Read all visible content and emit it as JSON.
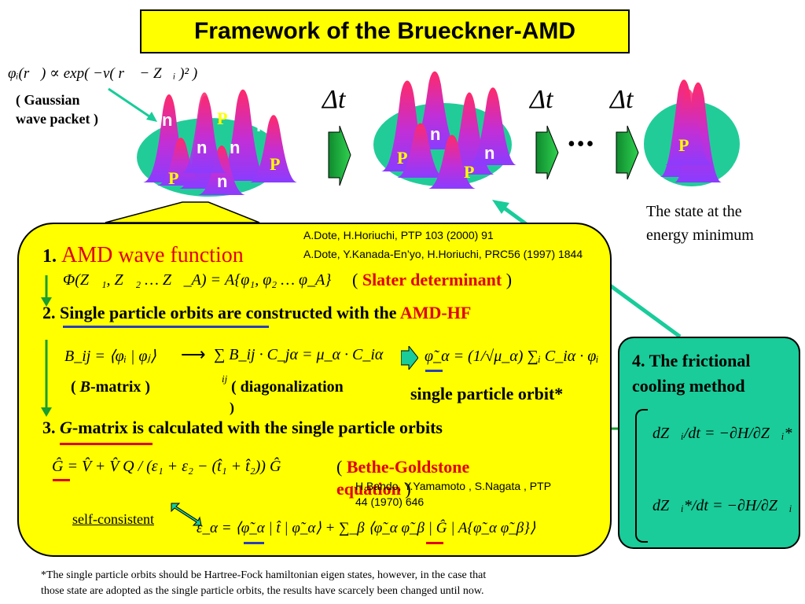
{
  "title": "Framework of the Brueckner-AMD",
  "wavepacket": {
    "formula": "φᵢ(r⃗) ∝ exp( −ν( r⃗ − Z⃗ᵢ )² )",
    "label_line1": "( Gaussian",
    "label_line2": "wave packet )"
  },
  "delta_t": "Δt",
  "ellipsis": "•••",
  "particle_labels": {
    "neutron": "n",
    "proton": "P"
  },
  "energy_min_line1": "The state at the",
  "energy_min_line2": "energy minimum",
  "citations": {
    "c1": "A.Dote, H.Horiuchi, PTP 103 (2000) 91",
    "c2": "A.Dote, Y.Kanada-En’yo, H.Horiuchi, PRC56 (1997) 1844",
    "c3_line1": "H.Bando, Y.Yamamoto , S.Nagata , PTP",
    "c3_line2": "44 (1970) 646"
  },
  "steps": {
    "s1_num": "1.",
    "s1_title": "AMD wave function",
    "s1_formula": "Φ(Z⃗₁, Z⃗₂ … Z⃗_A) = A{φ₁, φ₂ … φ_A}",
    "s1_note_open": "(",
    "s1_note": "Slater determinant",
    "s1_note_close": ")",
    "s2_num": "2.",
    "s2_text": "Single particle orbits are constructed with the",
    "s2_red": "AMD-HF",
    "s2_bij": "B_ij = ⟨φᵢ | φⱼ⟩",
    "s2_sum": "∑ B_ij · C_jα = μ_α · C_iα",
    "s2_sum_sub": "ij",
    "s2_bmatrix_open": "(",
    "s2_bmatrix_b": "B",
    "s2_bmatrix_rest": "-matrix )",
    "s2_diag_line1": "( diagonalization",
    "s2_diag_line2": ")",
    "s2_orbit_formula": "φ̃_α = (1/√μ_α) ∑ᵢ C_iα · φᵢ",
    "s2_orbit_label": "single particle orbit*",
    "s3_num": "3.",
    "s3_g": "G",
    "s3_text": "-matrix is calculated with the single particle orbits",
    "s3_formula": "Ĝ = V̂ + V̂ Q / (ε₁ + ε₂ − (t̂₁ + t̂₂)) Ĝ",
    "s3_note_open": "(",
    "s3_note_line1": "Bethe-Goldstone",
    "s3_note_line2": "equation",
    "s3_note_close": ")",
    "self_consistent": "self-consistent",
    "s3_epsilon": "ε_α = ⟨φ̃_α | t̂ | φ̃_α⟩ + ∑_β ⟨φ̃_α φ̃_β | Ĝ | A{φ̃_α φ̃_β}⟩"
  },
  "cooling": {
    "title_line1": "4. The frictional",
    "title_line2": "cooling method",
    "eq1": "dZ⃗ᵢ/dt = −∂H/∂Z⃗ᵢ*",
    "eq2": "dZ⃗ᵢ*/dt = −∂H/∂Z⃗ᵢ"
  },
  "footnote_line1": "*The single particle orbits should be Hartree-Fock hamiltonian eigen states, however,  in the case that",
  "footnote_line2": "those state are adopted as the single particle orbits, the results have scarcely been changed until now.",
  "colors": {
    "title_bg": "#ffff00",
    "panel_yellow": "#ffff00",
    "panel_green": "#19cc99",
    "ellipse": "#22cc99",
    "arrow_green": "#16a34a",
    "red": "#e00000",
    "underline_blue": "#2a3fb8"
  }
}
